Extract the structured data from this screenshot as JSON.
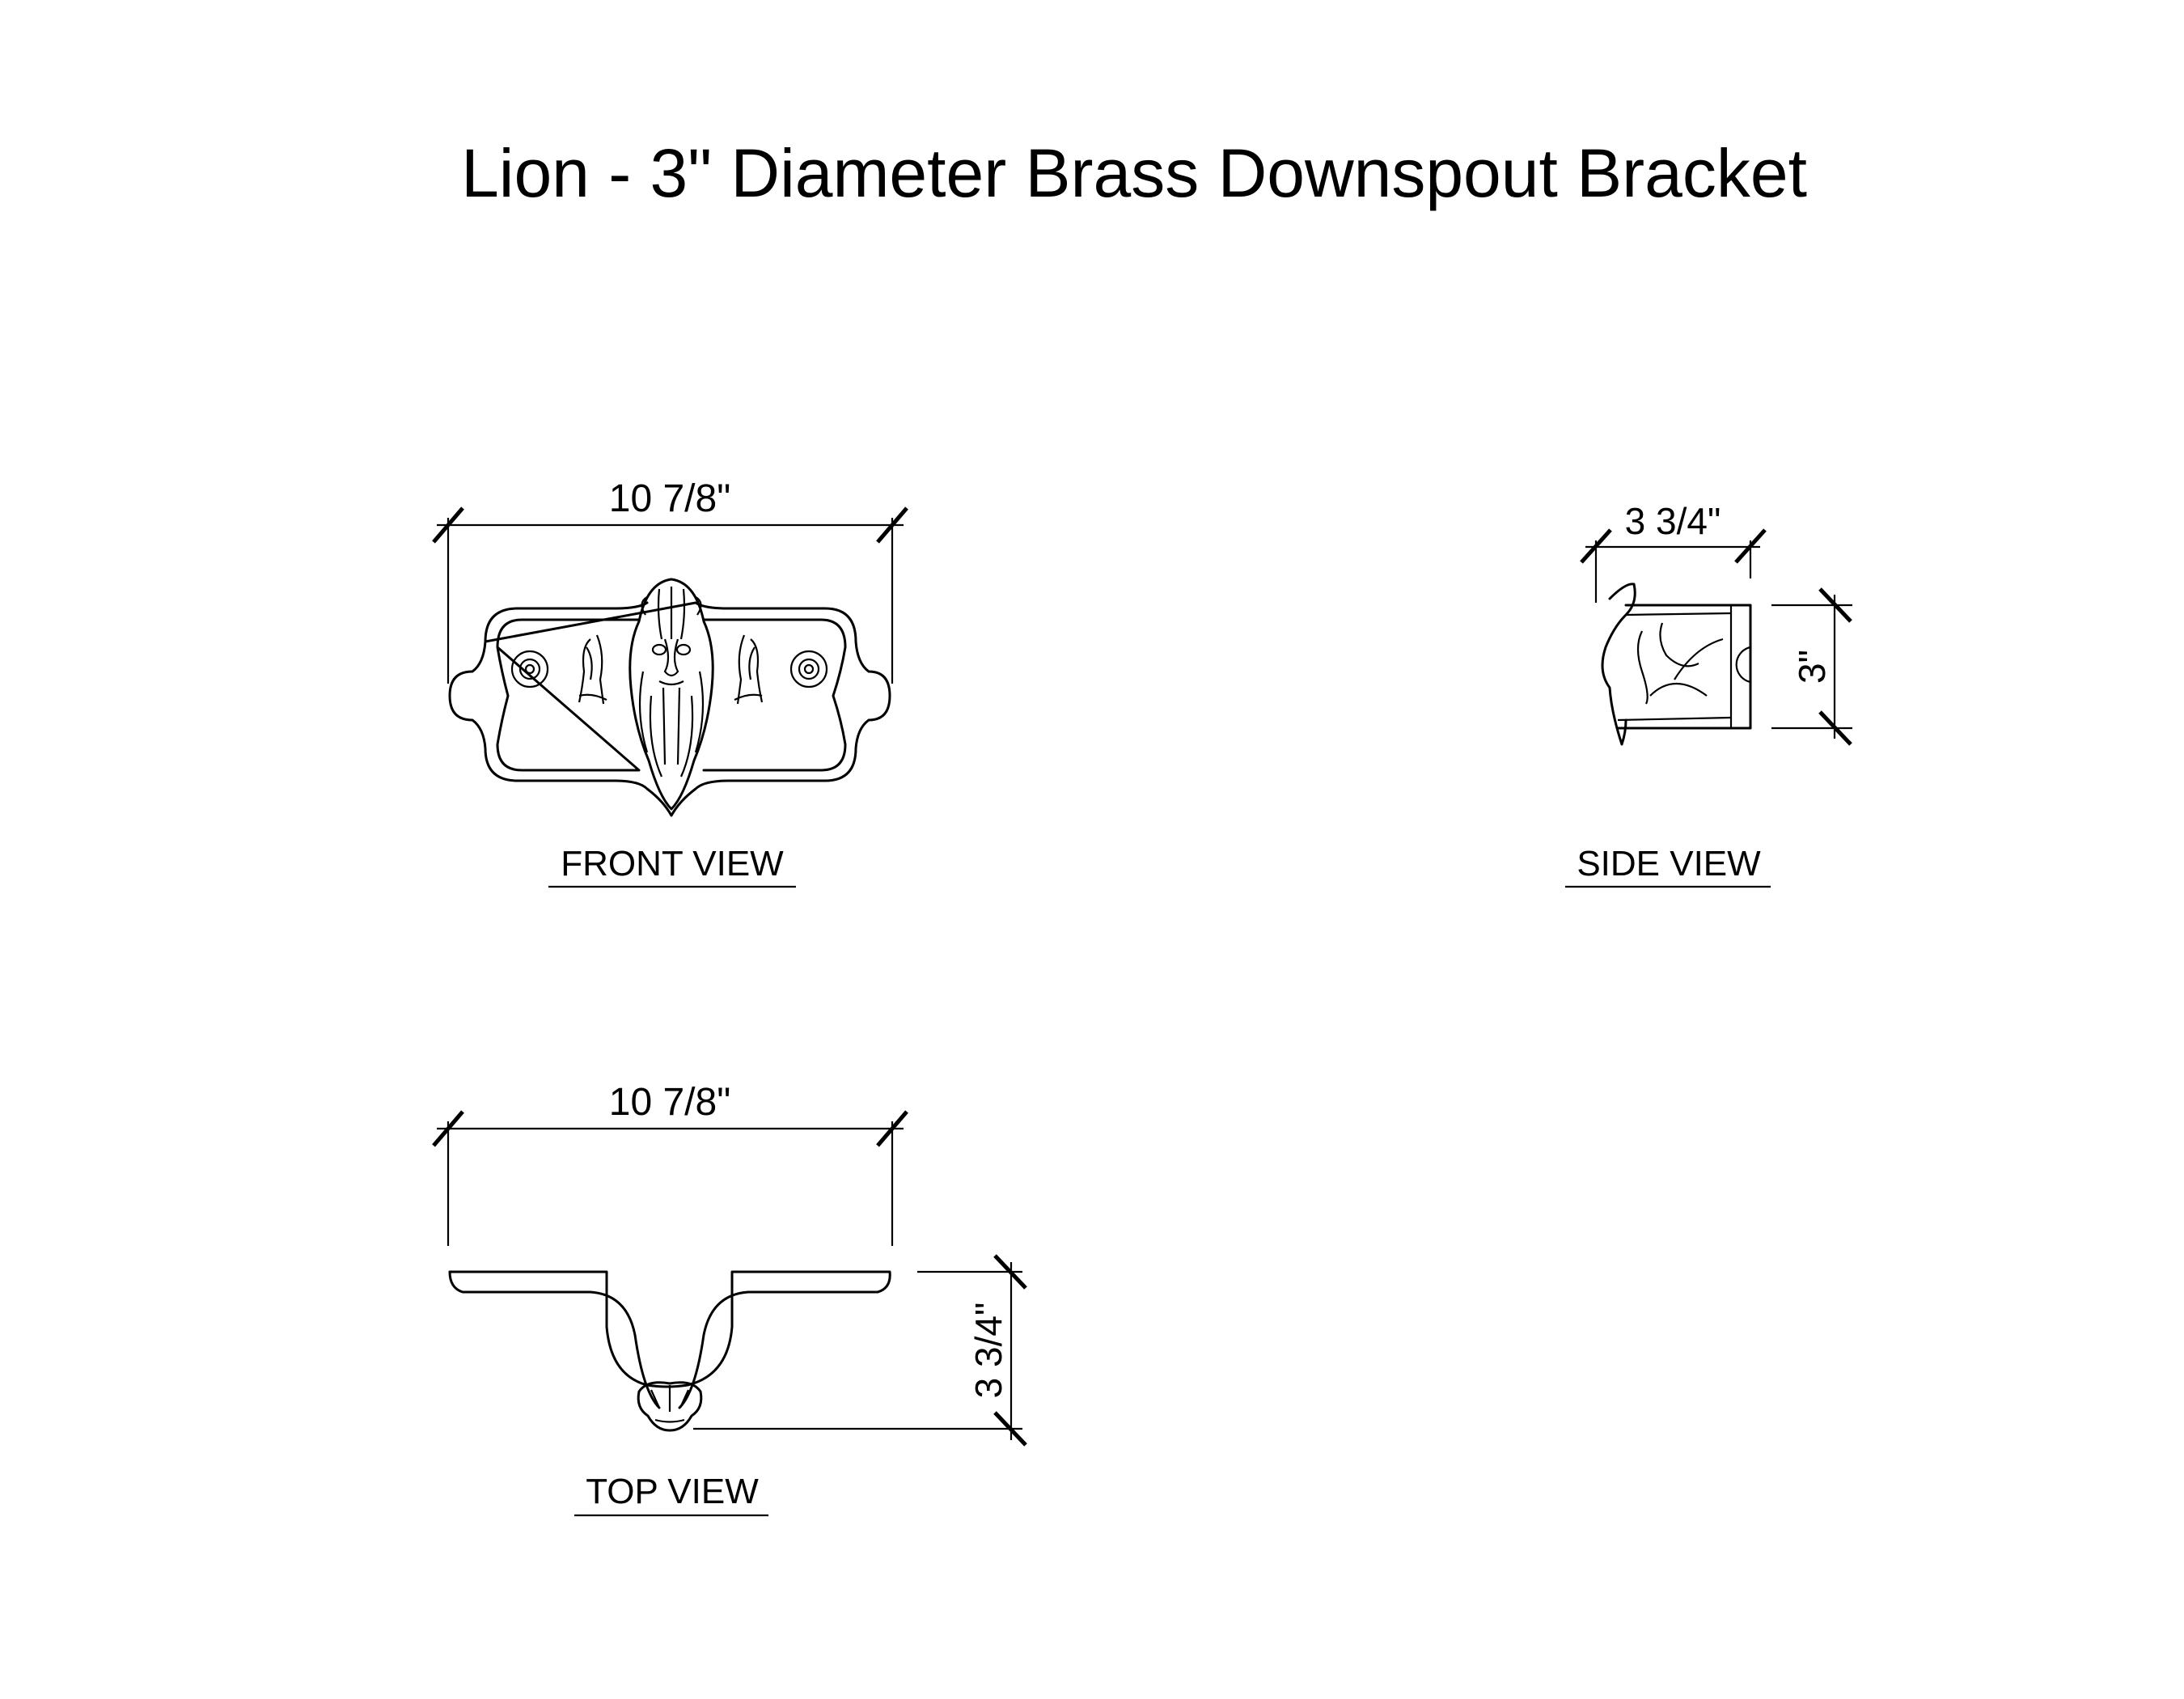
{
  "title": "Lion - 3\" Diameter Brass Downspout Bracket",
  "front_view": {
    "label": "FRONT VIEW",
    "width_dim": "10 7/8\""
  },
  "side_view": {
    "label": "SIDE VIEW",
    "depth_dim": "3 3/4\"",
    "height_dim": "3\""
  },
  "top_view": {
    "label": "TOP VIEW",
    "width_dim": "10 7/8\"",
    "depth_dim": "3 3/4\""
  },
  "colors": {
    "ink": "#000000",
    "paper": "#ffffff"
  }
}
